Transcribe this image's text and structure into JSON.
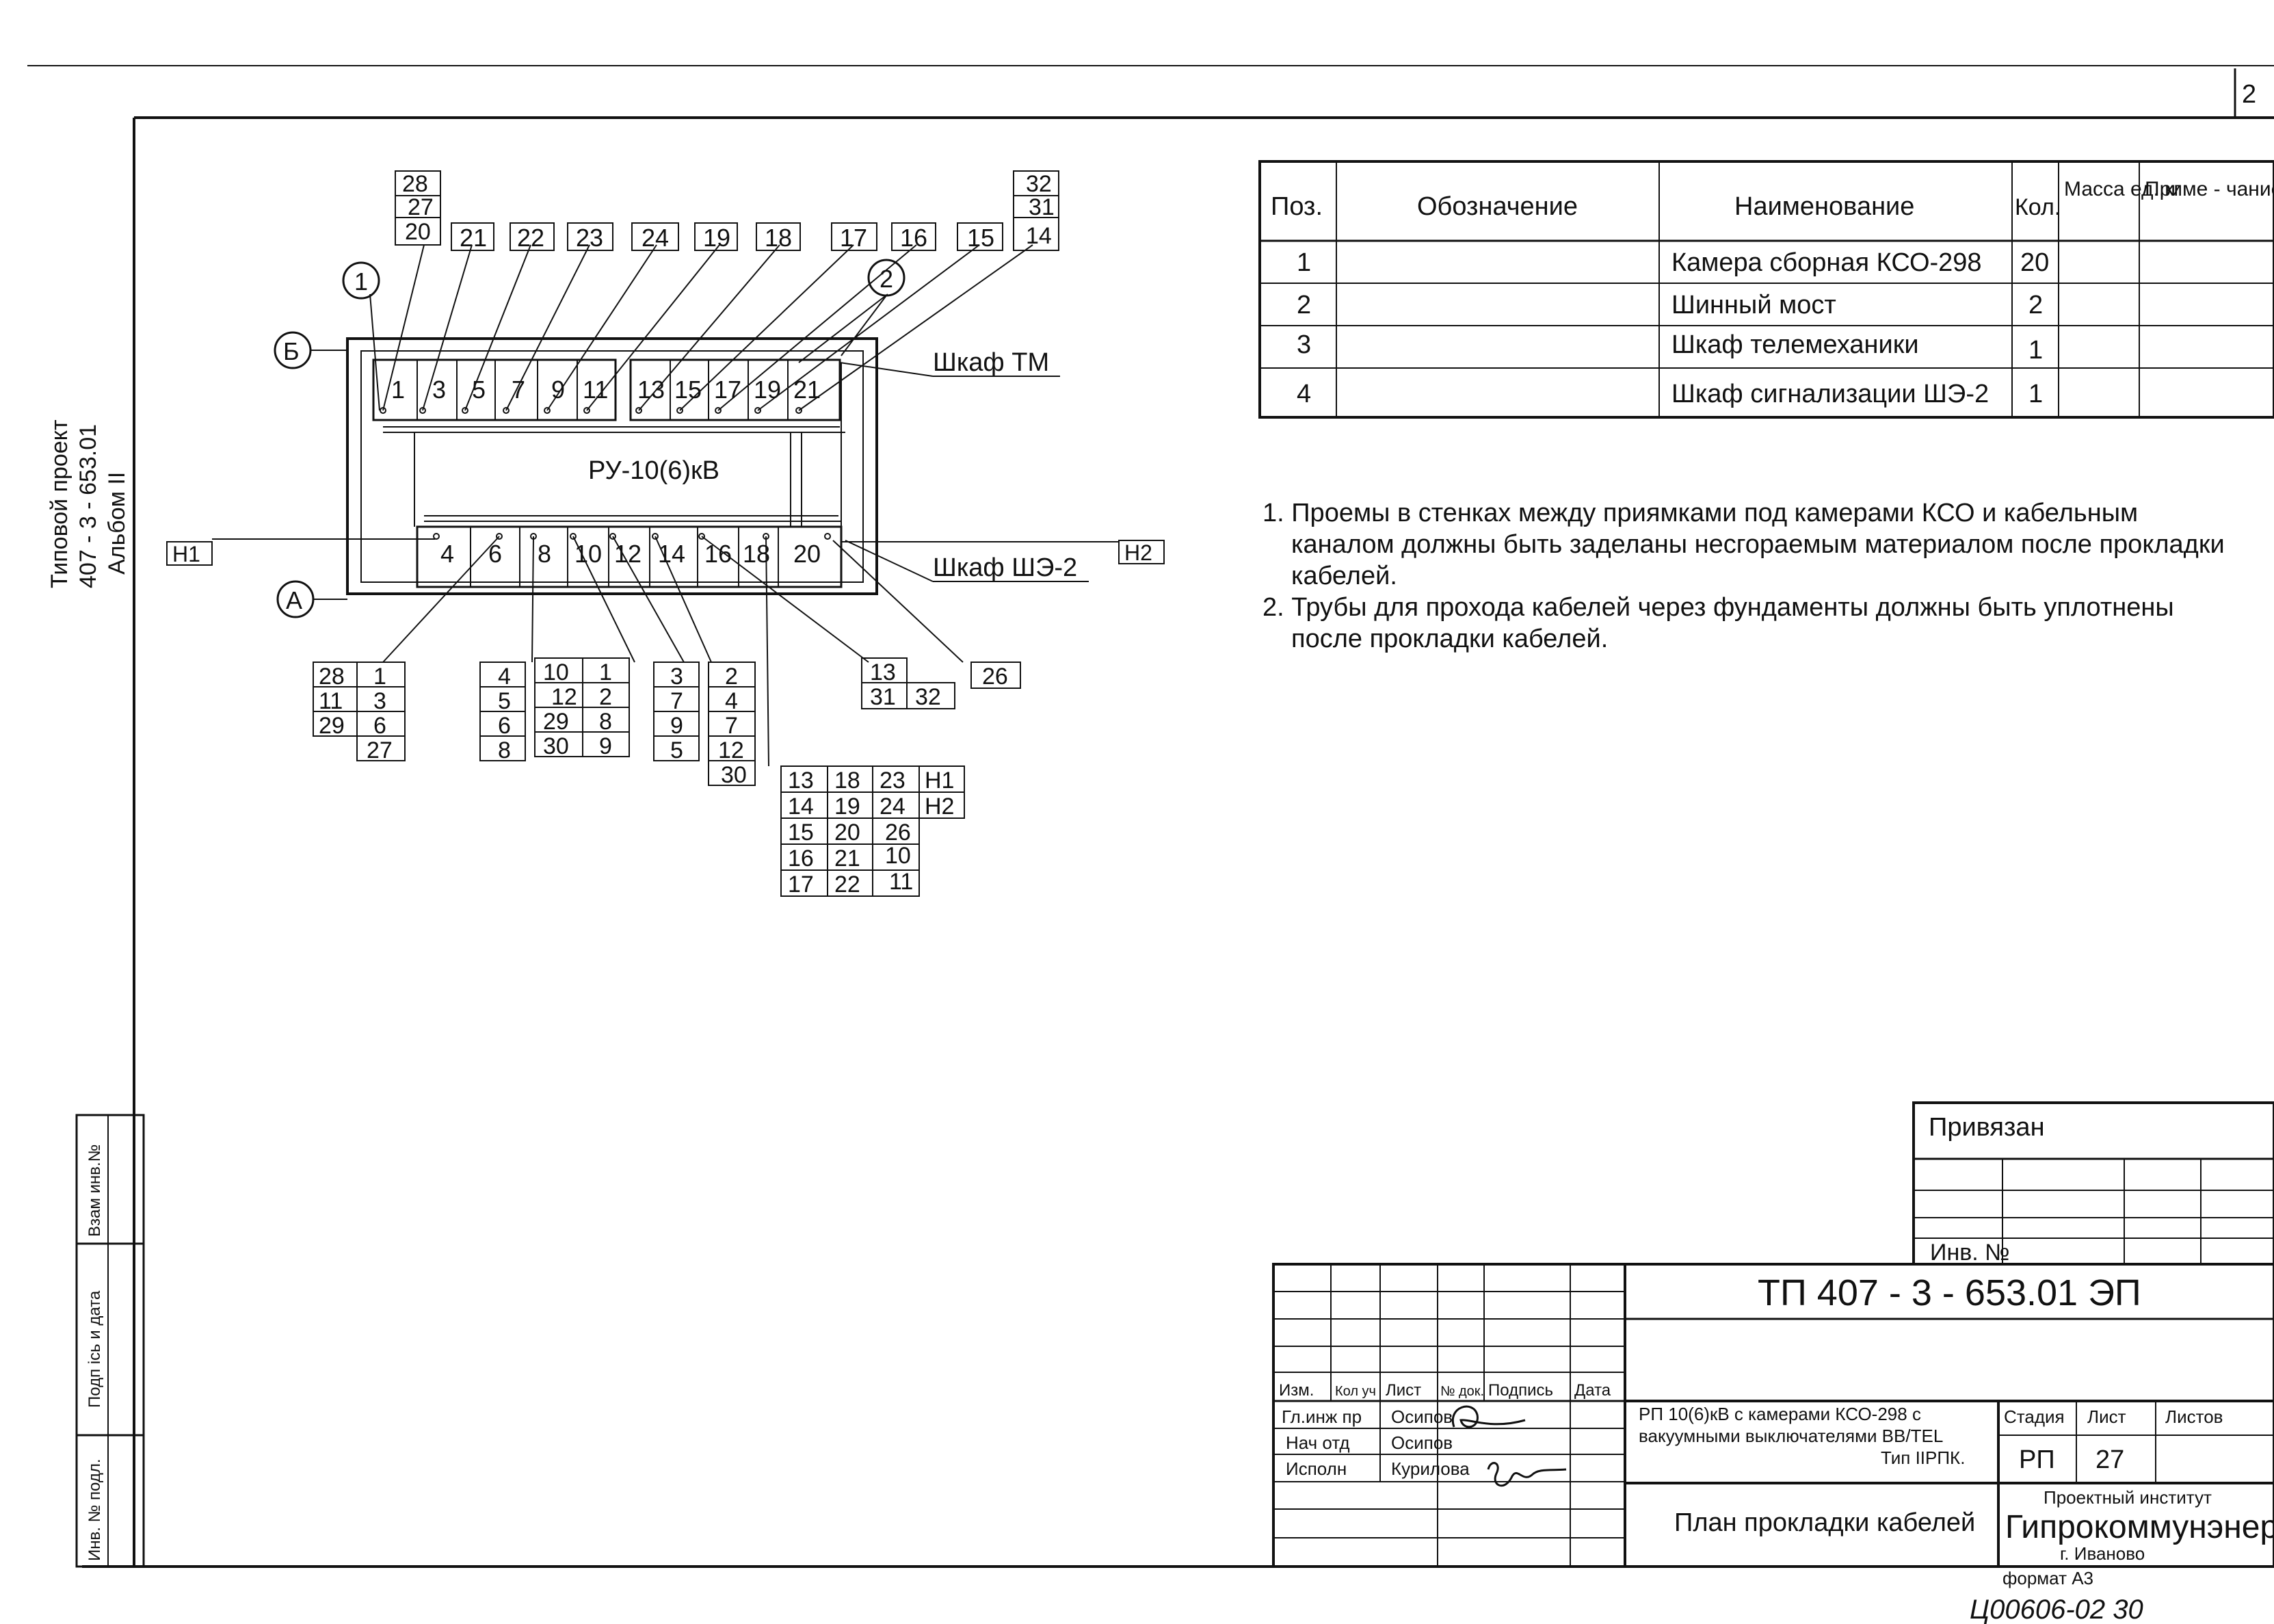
{
  "sheet_number": "2",
  "side_stamp": {
    "line1": "Типовой проект",
    "line2": "407 - 3 - 653.01",
    "line3": "Альбом II",
    "cells": [
      "Взам инв.№",
      "Подп ісь и дата",
      "Инв. № подл."
    ]
  },
  "diagram": {
    "room_label": "РУ-10(6)кВ",
    "cabinet_tm": "Шкаф ТМ",
    "cabinet_she": "Шкаф ШЭ-2",
    "axis_a": "А",
    "axis_b": "Б",
    "pos1": "1",
    "pos2": "2",
    "h1": "Н1",
    "h2": "Н2",
    "top_cells": [
      "1",
      "3",
      "5",
      "7",
      "9",
      "11",
      "13",
      "15",
      "17",
      "19",
      "21"
    ],
    "bottom_cells": [
      "4",
      "6",
      "8",
      "10",
      "12",
      "14",
      "16",
      "18",
      "20"
    ],
    "cable_labels_top": [
      "28",
      "27",
      "20",
      "21",
      "22",
      "23",
      "24",
      "19",
      "18",
      "17",
      "16",
      "15",
      "32",
      "31",
      "14"
    ],
    "group_a": [
      "28",
      "1",
      "11",
      "3",
      "29",
      "6",
      "27"
    ],
    "group_b": [
      "4",
      "5",
      "6",
      "8"
    ],
    "group_c": [
      "10",
      "1",
      "12",
      "2",
      "29",
      "8",
      "30",
      "9"
    ],
    "group_d": [
      "3",
      "7",
      "9",
      "5"
    ],
    "group_e": [
      "2",
      "4",
      "7",
      "12",
      "30"
    ],
    "group_f": [
      "13",
      "31",
      "32"
    ],
    "group_g": [
      "26"
    ],
    "group_h": [
      "13",
      "18",
      "23",
      "Н1",
      "14",
      "19",
      "24",
      "Н2",
      "15",
      "20",
      "26",
      "16",
      "21",
      "10",
      "17",
      "22",
      "11"
    ]
  },
  "spec_table": {
    "headers": [
      "Поз.",
      "Обозначение",
      "Наименование",
      "Кол.",
      "Масса ед.,кг",
      "Приме - чание"
    ],
    "rows": [
      {
        "pos": "1",
        "designation": "",
        "name": "Камера сборная КСО-298",
        "qty": "20"
      },
      {
        "pos": "2",
        "designation": "",
        "name": "Шинный мост",
        "qty": "2"
      },
      {
        "pos": "3",
        "designation": "",
        "name": "Шкаф телемеханики",
        "qty": "1"
      },
      {
        "pos": "4",
        "designation": "",
        "name": "Шкаф сигнализации ШЭ-2",
        "qty": "1"
      }
    ]
  },
  "notes": [
    "1. Проемы в стенках между приямками под камерами КСО и кабельным",
    "каналом должны быть заделаны несгораемым материалом после прокладки",
    "кабелей.",
    "2. Трубы для прохода кабелей через фундаменты должны быть уплотнены",
    "после прокладки кабелей."
  ],
  "title_block": {
    "linked": "Привязан",
    "inv_no": "Инв. №",
    "code": "ТП  407 - 3 - 653.01  ЭП",
    "col_headers": [
      "Изм.",
      "Кол уч",
      "Лист",
      "№ док.",
      "Подпись",
      "Дата"
    ],
    "roles": [
      {
        "role": "Гл.инж пр",
        "name": "Осипов"
      },
      {
        "role": "Нач  отд",
        "name": "Осипов"
      },
      {
        "role": "Исполн",
        "name": "Курилова"
      }
    ],
    "description": [
      "РП 10(6)кВ с камерами КСО-298 с",
      "вакуумными выключателями ВВ/TEL",
      "Тип IIРПК."
    ],
    "stage_label": "Стадия",
    "sheet_label": "Лист",
    "sheets_label": "Листов",
    "stage": "РП",
    "sheet": "27",
    "sheet_title": "План прокладки кабелей",
    "institute_label": "Проектный институт",
    "institute_name": "Гипрокоммунэнерго",
    "city": "г. Иваново"
  },
  "format": "формат А3",
  "handwritten": "Ц00606-02   30"
}
